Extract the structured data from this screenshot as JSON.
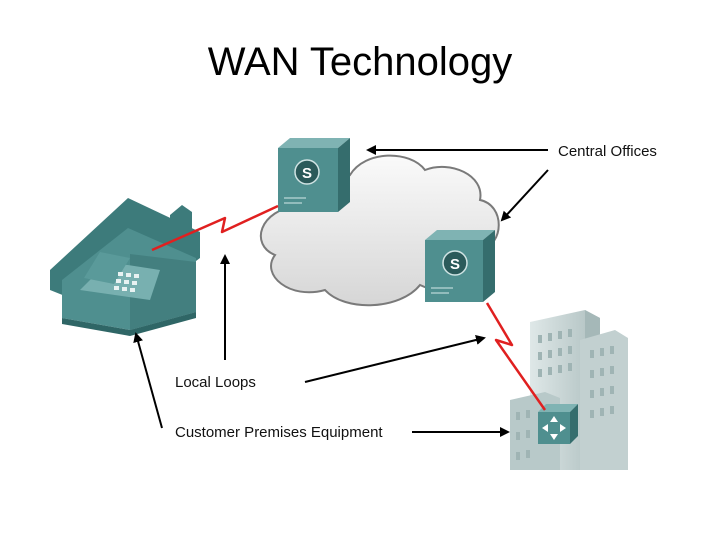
{
  "title": "WAN Technology",
  "labels": {
    "central_offices": "Central Offices",
    "local_loops": "Local Loops",
    "cpe": "Customer Premises Equipment"
  },
  "switch_glyph": "S",
  "icons": {
    "house": "house-icon",
    "telephone": "telephone-icon",
    "cloud": "wan-cloud-icon",
    "switch": "central-office-switch-icon",
    "building": "office-building-icon",
    "router": "router-icon",
    "link": "lightning-link-icon"
  },
  "colors": {
    "equipment_teal": "#4f8f8f",
    "cloud_fill": "#e8e8e8",
    "link_red": "#e02020",
    "building_gray": "#c9d6d6"
  }
}
